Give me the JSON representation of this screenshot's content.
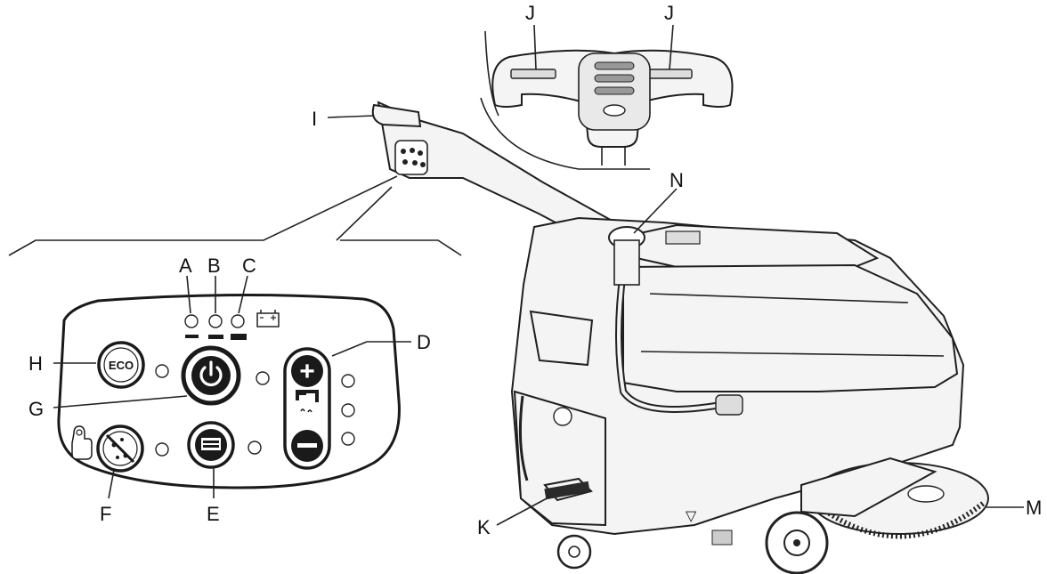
{
  "callouts": {
    "A": "A",
    "B": "B",
    "C": "C",
    "D": "D",
    "E": "E",
    "F": "F",
    "G": "G",
    "H": "H",
    "I": "I",
    "J_left": "J",
    "J_right": "J",
    "K": "K",
    "M": "M",
    "N": "N"
  },
  "panel": {
    "eco_label": "ECO",
    "minus_glyph": "−",
    "plus_glyph": "+"
  },
  "colors": {
    "stroke": "#1f1f1f",
    "panel_border": "#1a1a1a",
    "background": "#ffffff"
  },
  "icons": {
    "battery": "battery-icon",
    "power": "power-icon",
    "brush_off": "brush-off-icon",
    "water_flow": "water-flow-icon",
    "detergent": "detergent-icon"
  }
}
